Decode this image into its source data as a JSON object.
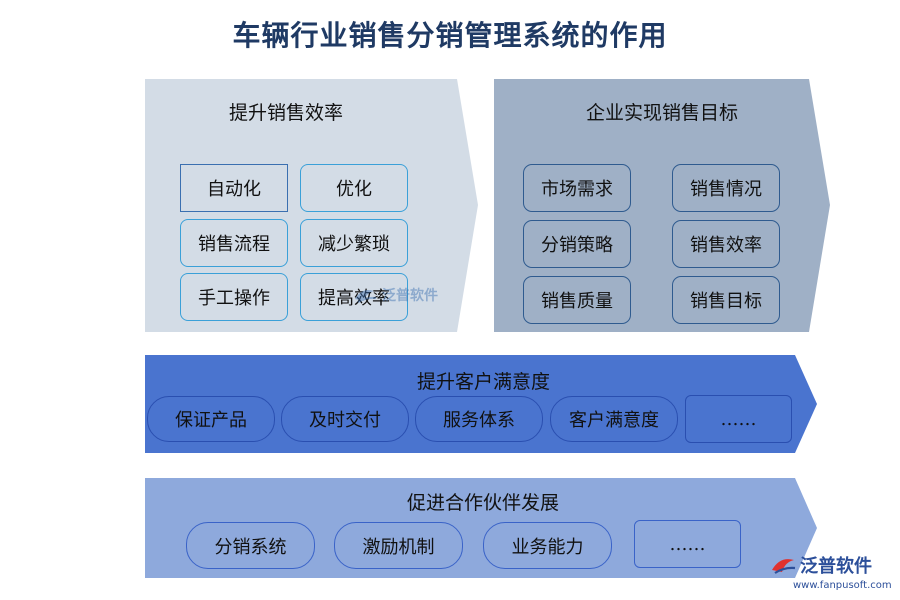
{
  "title": "车辆行业销售分销管理系统的作用",
  "colors": {
    "title": "#1f3a64",
    "panel1": "#d3dce6",
    "panel2": "#9fb0c6",
    "panel3": "#4a74cf",
    "panel4": "#8ea9dc"
  },
  "panels": [
    {
      "title": "提升销售效率",
      "items": [
        "自动化",
        "优化",
        "销售流程",
        "减少繁琐",
        "手工操作",
        "提高效率"
      ]
    },
    {
      "title": "企业实现销售目标",
      "items": [
        "市场需求",
        "销售情况",
        "分销策略",
        "销售效率",
        "销售质量",
        "销售目标"
      ]
    },
    {
      "title": "提升客户满意度",
      "items": [
        "保证产品",
        "及时交付",
        "服务体系",
        "客户满意度",
        "……"
      ]
    },
    {
      "title": "促进合作伙伴发展",
      "items": [
        "分销系统",
        "激励机制",
        "业务能力",
        "……"
      ]
    }
  ],
  "watermark": {
    "text": "泛普软件"
  },
  "logo": {
    "text": "泛普软件",
    "url": "www.fanpusoft.com",
    "icon": "fanpu-logo-icon"
  }
}
